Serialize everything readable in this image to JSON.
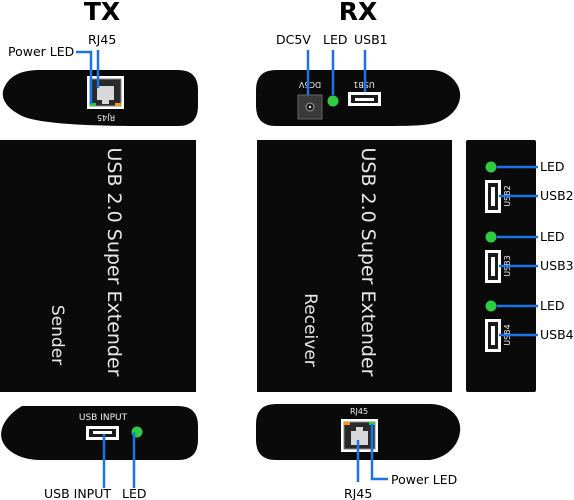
{
  "headers": {
    "tx": "TX",
    "rx": "RX"
  },
  "tx": {
    "top_labels": {
      "power_led": "Power LED",
      "rj45": "RJ45"
    },
    "top_port_text": "RJ45",
    "body_title": "USB 2.0 Super Extender",
    "body_subtitle": "Sender",
    "bottom_port_text": "USB INPUT",
    "bottom_labels": {
      "usb_input": "USB INPUT",
      "led": "LED"
    }
  },
  "rx": {
    "top_labels": {
      "dc5v": "DC5V",
      "led": "LED",
      "usb1": "USB1"
    },
    "top_port_texts": {
      "dc5v": "DC5V",
      "usb1": "USB1"
    },
    "body_title": "USB 2.0 Super Extender",
    "body_subtitle": "Receiver",
    "bottom_port_text": "RJ45",
    "bottom_labels": {
      "power_led": "Power LED",
      "rj45": "RJ45"
    }
  },
  "side_panel": {
    "ports": [
      {
        "port_text": "USB2",
        "led_label": "LED",
        "usb_label": "USB2"
      },
      {
        "port_text": "USB3",
        "led_label": "LED",
        "usb_label": "USB3"
      },
      {
        "port_text": "USB4",
        "led_label": "LED",
        "usb_label": "USB4"
      }
    ]
  },
  "colors": {
    "device": "#0a0a0a",
    "pointer": "#1a73e8",
    "led_green": "#2ecc40",
    "led_orange": "#f39c12"
  }
}
